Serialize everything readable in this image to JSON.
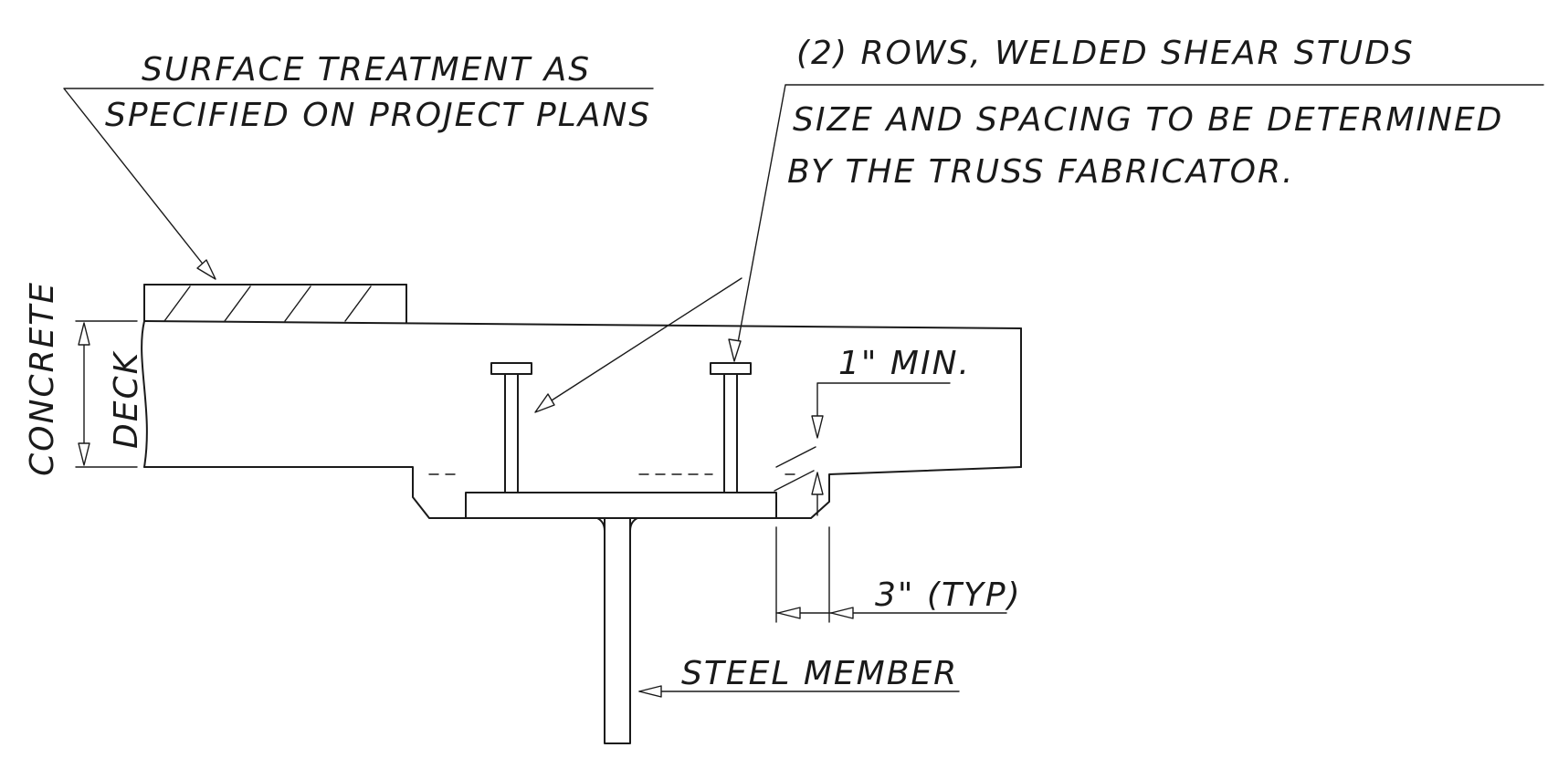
{
  "labels": {
    "surface_line1": "SURFACE TREATMENT AS",
    "surface_line2": "SPECIFIED ON PROJECT PLANS",
    "studs_line1": "(2) ROWS, WELDED SHEAR STUDS",
    "studs_line2": "SIZE AND SPACING TO BE DETERMINED",
    "studs_line3": "BY THE TRUSS FABRICATOR.",
    "deck_word1": "CONCRETE",
    "deck_word2": "DECK",
    "min_clearance": "1\" MIN.",
    "edge_distance": "3\" (TYP)",
    "member": "STEEL MEMBER"
  },
  "colors": {
    "ink": "#1a1a1a",
    "paper": "#ffffff"
  }
}
